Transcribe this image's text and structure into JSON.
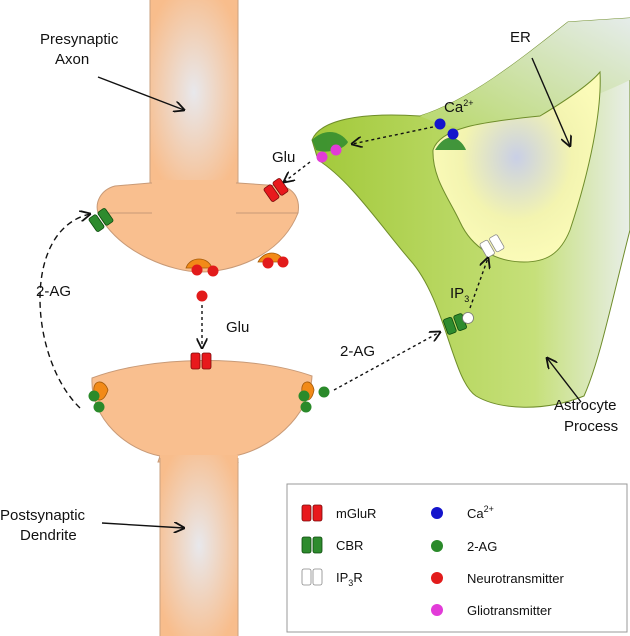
{
  "labels": {
    "presynaptic_line1": "Presynaptic",
    "presynaptic_line2": "Axon",
    "postsynaptic_line1": "Postsynaptic",
    "postsynaptic_line2": "Dendrite",
    "er": "ER",
    "astro_line1": "Astrocyte",
    "astro_line2": "Process",
    "glu_top": "Glu",
    "glu_mid": "Glu",
    "two_ag_left": "2-AG",
    "two_ag_mid": "2-AG",
    "ca_base": "Ca",
    "ca_sup": "2+",
    "ip3_base": "IP",
    "ip3_sub": "3"
  },
  "legend": {
    "mglur": "mGluR",
    "cbr": "CBR",
    "ip3r_base": "IP",
    "ip3r_sub": "3",
    "ip3r_tail": "R",
    "ca_base": "Ca",
    "ca_sup": "2+",
    "two_ag": "2-AG",
    "neurotransmitter": "Neurotransmitter",
    "gliotransmitter": "Gliotransmitter"
  },
  "colors": {
    "neuron": "#f9bf8f",
    "neuron_stroke": "#c89a77",
    "astro": "#a9cf4a",
    "astro_light": "#e6f2b8",
    "er": "#f3f4a6",
    "mglur": "#e8191d",
    "cbr": "#2e8b2e",
    "ca": "#1414cc",
    "two_ag": "#2a8a2a",
    "neurotransmitter": "#e21b1b",
    "gliotransmitter": "#e23bd8",
    "bump": "#f28a18"
  }
}
